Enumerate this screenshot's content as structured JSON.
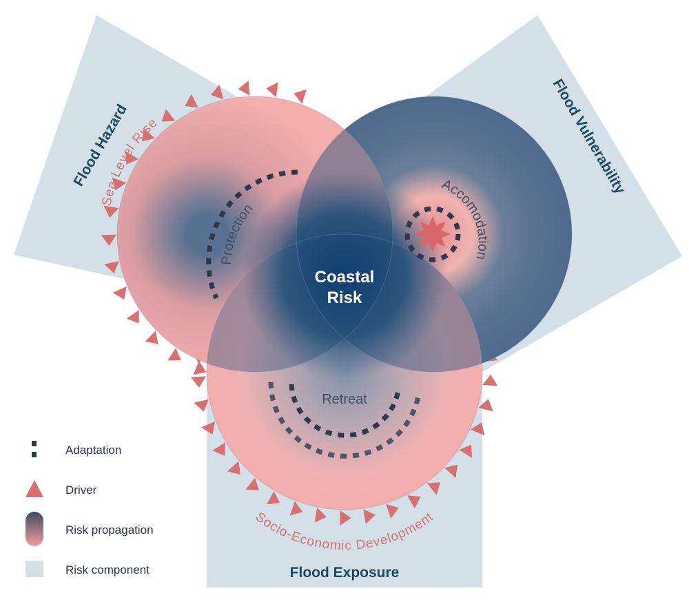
{
  "components": {
    "hazard": "Flood Hazard",
    "vulnerability": "Flood Vulnerability",
    "exposure": "Flood Exposure"
  },
  "drivers": {
    "sea_level_rise": "Sea Level Rise",
    "socio_economic": "Socio-Economic Development"
  },
  "adaptation": {
    "protection": "Protection",
    "accomodation": "Accomodation",
    "retreat": "Retreat"
  },
  "center": {
    "line1": "Coastal",
    "line2": "Risk"
  },
  "legend": {
    "adaptation": "Adaptation",
    "driver": "Driver",
    "risk_propagation": "Risk propagation",
    "risk_component": "Risk component"
  },
  "colors": {
    "component_bg": "#d3e0e8",
    "driver": "#d9706f",
    "risk_dark": "#1e4a72",
    "risk_mid": "#556f8f",
    "pink": "#f3aaa8",
    "adaptation": "#2d3a4c"
  }
}
